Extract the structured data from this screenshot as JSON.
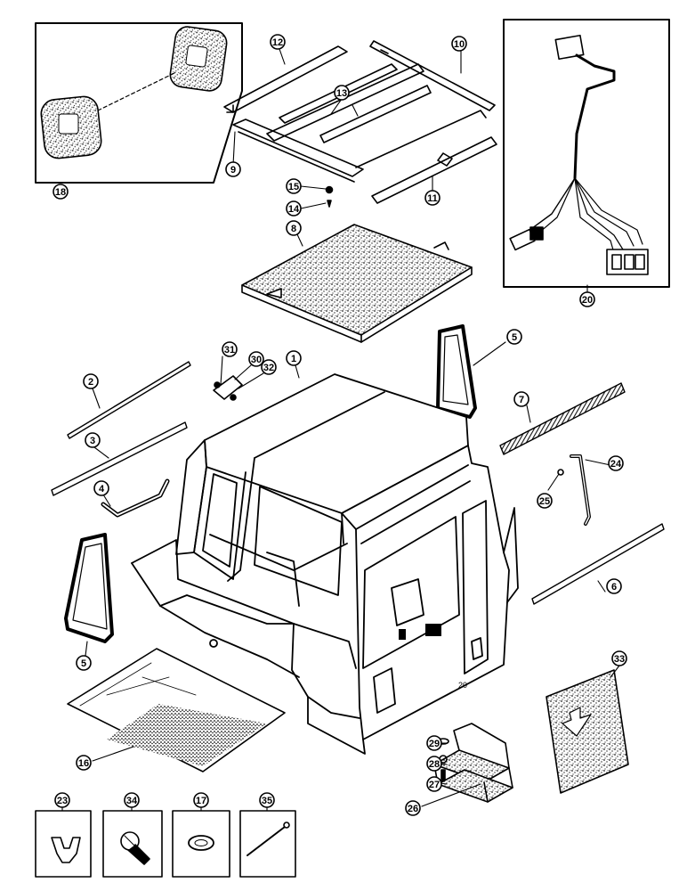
{
  "diagram": {
    "callouts": {
      "c1": "1",
      "c2": "2",
      "c3": "3",
      "c4": "4",
      "c5a": "5",
      "c5b": "5",
      "c6": "6",
      "c7": "7",
      "c8": "8",
      "c9": "9",
      "c10": "10",
      "c11": "11",
      "c12": "12",
      "c13": "13",
      "c14": "14",
      "c15": "15",
      "c16": "16",
      "c17": "17",
      "c18": "18",
      "c20": "20",
      "c23": "23",
      "c24": "24",
      "c25": "25",
      "c26": "26",
      "c27": "27",
      "c28": "28",
      "c29": "29",
      "c30": "30",
      "c31": "31",
      "c32": "32",
      "c33": "33",
      "c34": "34",
      "c35": "35"
    },
    "cab_marking": "20"
  }
}
